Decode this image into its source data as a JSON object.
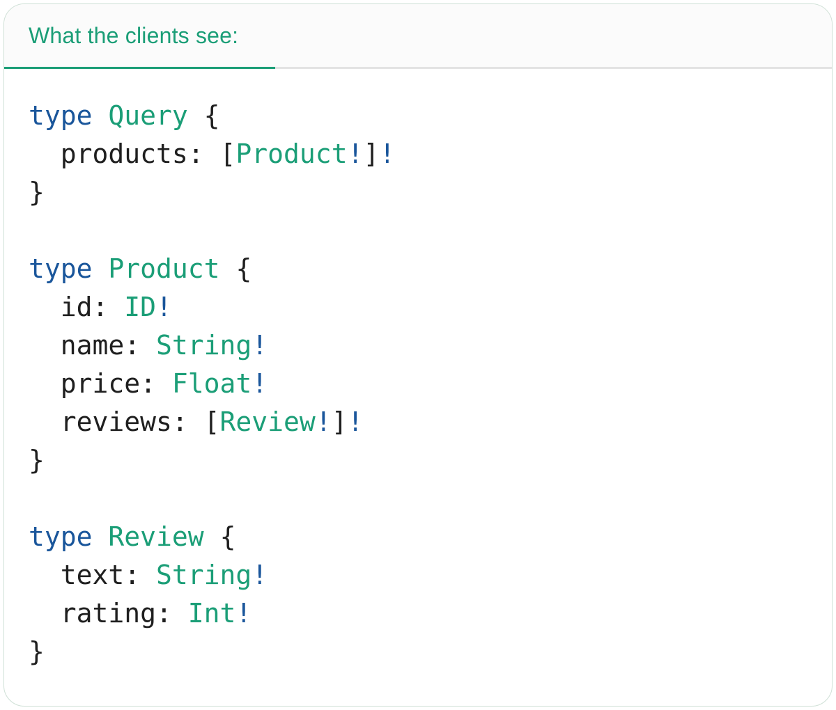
{
  "theme": {
    "green": "#1b9e77",
    "blue": "#1a569b",
    "code_text": "#1f1f1f",
    "card_bg": "#ffffff",
    "card_border": "#cfe0d6",
    "header_bg": "#fbfbfb",
    "divider": "#e3e3e3"
  },
  "header": {
    "label": "What the clients see:"
  },
  "code": {
    "lines": [
      {
        "tokens": [
          {
            "c": "kw",
            "v": "type"
          },
          {
            "c": "pl",
            "v": " "
          },
          {
            "c": "ty",
            "v": "Query"
          },
          {
            "c": "pl",
            "v": " {"
          }
        ]
      },
      {
        "tokens": [
          {
            "c": "pl",
            "v": "  products: ["
          },
          {
            "c": "ty",
            "v": "Product"
          },
          {
            "c": "kw",
            "v": "!"
          },
          {
            "c": "pl",
            "v": "]"
          },
          {
            "c": "kw",
            "v": "!"
          }
        ]
      },
      {
        "tokens": [
          {
            "c": "pl",
            "v": "}"
          }
        ]
      },
      {
        "tokens": []
      },
      {
        "tokens": [
          {
            "c": "kw",
            "v": "type"
          },
          {
            "c": "pl",
            "v": " "
          },
          {
            "c": "ty",
            "v": "Product"
          },
          {
            "c": "pl",
            "v": " {"
          }
        ]
      },
      {
        "tokens": [
          {
            "c": "pl",
            "v": "  id: "
          },
          {
            "c": "ty",
            "v": "ID"
          },
          {
            "c": "kw",
            "v": "!"
          }
        ]
      },
      {
        "tokens": [
          {
            "c": "pl",
            "v": "  name: "
          },
          {
            "c": "ty",
            "v": "String"
          },
          {
            "c": "kw",
            "v": "!"
          }
        ]
      },
      {
        "tokens": [
          {
            "c": "pl",
            "v": "  price: "
          },
          {
            "c": "ty",
            "v": "Float"
          },
          {
            "c": "kw",
            "v": "!"
          }
        ]
      },
      {
        "tokens": [
          {
            "c": "pl",
            "v": "  reviews: ["
          },
          {
            "c": "ty",
            "v": "Review"
          },
          {
            "c": "kw",
            "v": "!"
          },
          {
            "c": "pl",
            "v": "]"
          },
          {
            "c": "kw",
            "v": "!"
          }
        ]
      },
      {
        "tokens": [
          {
            "c": "pl",
            "v": "}"
          }
        ]
      },
      {
        "tokens": []
      },
      {
        "tokens": [
          {
            "c": "kw",
            "v": "type"
          },
          {
            "c": "pl",
            "v": " "
          },
          {
            "c": "ty",
            "v": "Review"
          },
          {
            "c": "pl",
            "v": " {"
          }
        ]
      },
      {
        "tokens": [
          {
            "c": "pl",
            "v": "  text: "
          },
          {
            "c": "ty",
            "v": "String"
          },
          {
            "c": "kw",
            "v": "!"
          }
        ]
      },
      {
        "tokens": [
          {
            "c": "pl",
            "v": "  rating: "
          },
          {
            "c": "ty",
            "v": "Int"
          },
          {
            "c": "kw",
            "v": "!"
          }
        ]
      },
      {
        "tokens": [
          {
            "c": "pl",
            "v": "}"
          }
        ]
      }
    ]
  }
}
